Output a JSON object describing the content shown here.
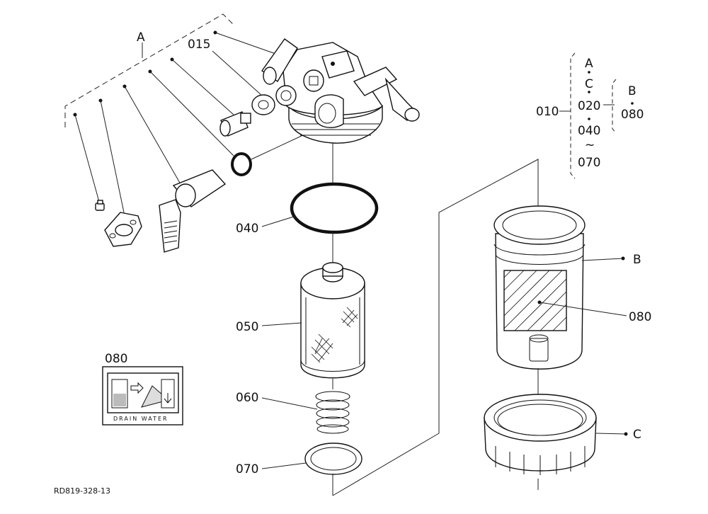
{
  "labels": {
    "group_a": "A",
    "p015": "015",
    "p040": "040",
    "p050": "050",
    "p060": "060",
    "p070": "070",
    "p080": "080",
    "p080_label": "080",
    "callout_b": "B",
    "callout_c": "C"
  },
  "legend": {
    "p010": "010",
    "a": "A",
    "c": "C",
    "p020": "020",
    "p040": "040",
    "tilde": "~",
    "p070": "070",
    "b": "B",
    "p080": "080"
  },
  "decal_text": "DRAIN WATER",
  "drawing_number": "RD819-328-13"
}
